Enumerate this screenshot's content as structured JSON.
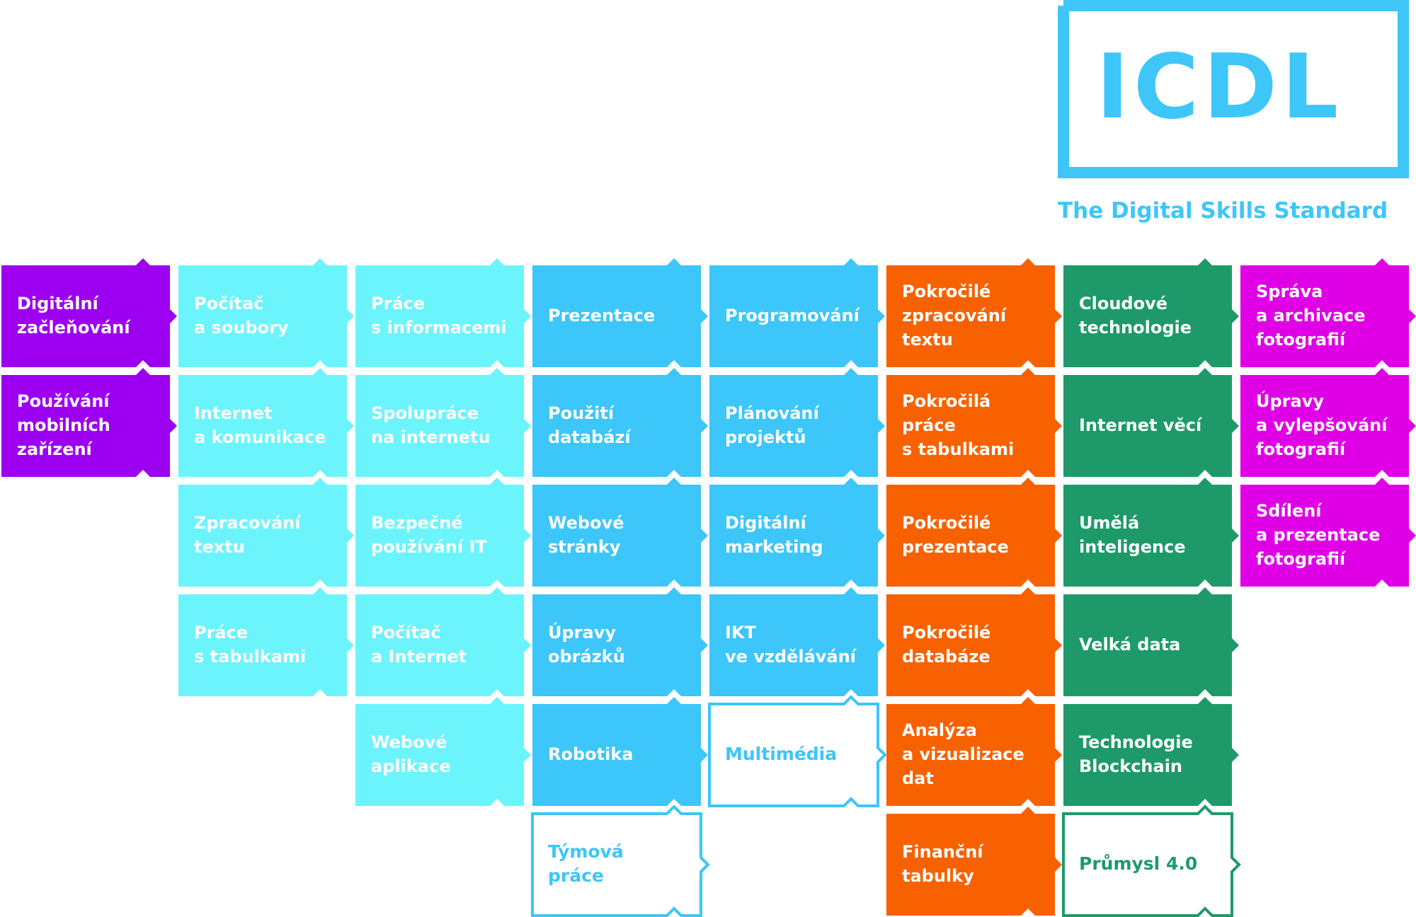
{
  "logo": {
    "text": "ICDL",
    "tagline": "The Digital Skills Standard"
  },
  "colors": {
    "logo": "#3ec6f9",
    "purple": "#9d00f0",
    "light_cyan": "#6cf4fd",
    "sky_blue": "#3cc6fa",
    "orange": "#f86100",
    "green": "#1e9a6a",
    "magenta": "#e000e6",
    "white": "#ffffff"
  },
  "columns": [
    {
      "color": "purple",
      "tiles": [
        {
          "label": "Digitální\nzačleňování"
        },
        {
          "label": "Používání\nmobilních\nzařízení"
        }
      ]
    },
    {
      "color": "light_cyan",
      "tiles": [
        {
          "label": "Počítač\na soubory"
        },
        {
          "label": "Internet\na komunikace"
        },
        {
          "label": "Zpracování\ntextu"
        },
        {
          "label": "Práce\ns tabulkami"
        }
      ]
    },
    {
      "color": "light_cyan",
      "tiles": [
        {
          "label": "Práce\ns informacemi"
        },
        {
          "label": "Spolupráce\nna internetu"
        },
        {
          "label": "Bezpečné\npoužívání IT"
        },
        {
          "label": "Počítač\na Internet"
        },
        {
          "label": "Webové\naplikace"
        }
      ]
    },
    {
      "color": "sky_blue",
      "tiles": [
        {
          "label": "Prezentace"
        },
        {
          "label": "Použití\ndatabází"
        },
        {
          "label": "Webové\nstránky"
        },
        {
          "label": "Úpravy\nobrázků"
        },
        {
          "label": "Robotika"
        },
        {
          "label": "Týmová\npráce",
          "outline": true
        }
      ]
    },
    {
      "color": "sky_blue",
      "tiles": [
        {
          "label": "Programování"
        },
        {
          "label": "Plánování\nprojektů"
        },
        {
          "label": "Digitální\nmarketing"
        },
        {
          "label": "IKT\nve vzdělávání"
        },
        {
          "label": "Multimédia",
          "outline": true
        }
      ]
    },
    {
      "color": "orange",
      "tiles": [
        {
          "label": "Pokročilé\nzpracování\ntextu"
        },
        {
          "label": "Pokročilá\npráce\ns tabulkami"
        },
        {
          "label": "Pokročilé\nprezentace"
        },
        {
          "label": "Pokročilé\ndatabáze"
        },
        {
          "label": "Analýza\na vizualizace\ndat"
        },
        {
          "label": "Finanční\ntabulky"
        }
      ]
    },
    {
      "color": "green",
      "tiles": [
        {
          "label": "Cloudové\ntechnologie"
        },
        {
          "label": "Internet věcí"
        },
        {
          "label": "Umělá\ninteligence"
        },
        {
          "label": "Velká data"
        },
        {
          "label": "Technologie\nBlockchain"
        },
        {
          "label": "Průmysl 4.0",
          "outline": true
        }
      ]
    },
    {
      "color": "magenta",
      "tiles": [
        {
          "label": "Správa\na archivace\nfotografií"
        },
        {
          "label": "Úpravy\na vylepšování\nfotografií"
        },
        {
          "label": "Sdílení\na prezentace\nfotografií"
        }
      ]
    }
  ]
}
